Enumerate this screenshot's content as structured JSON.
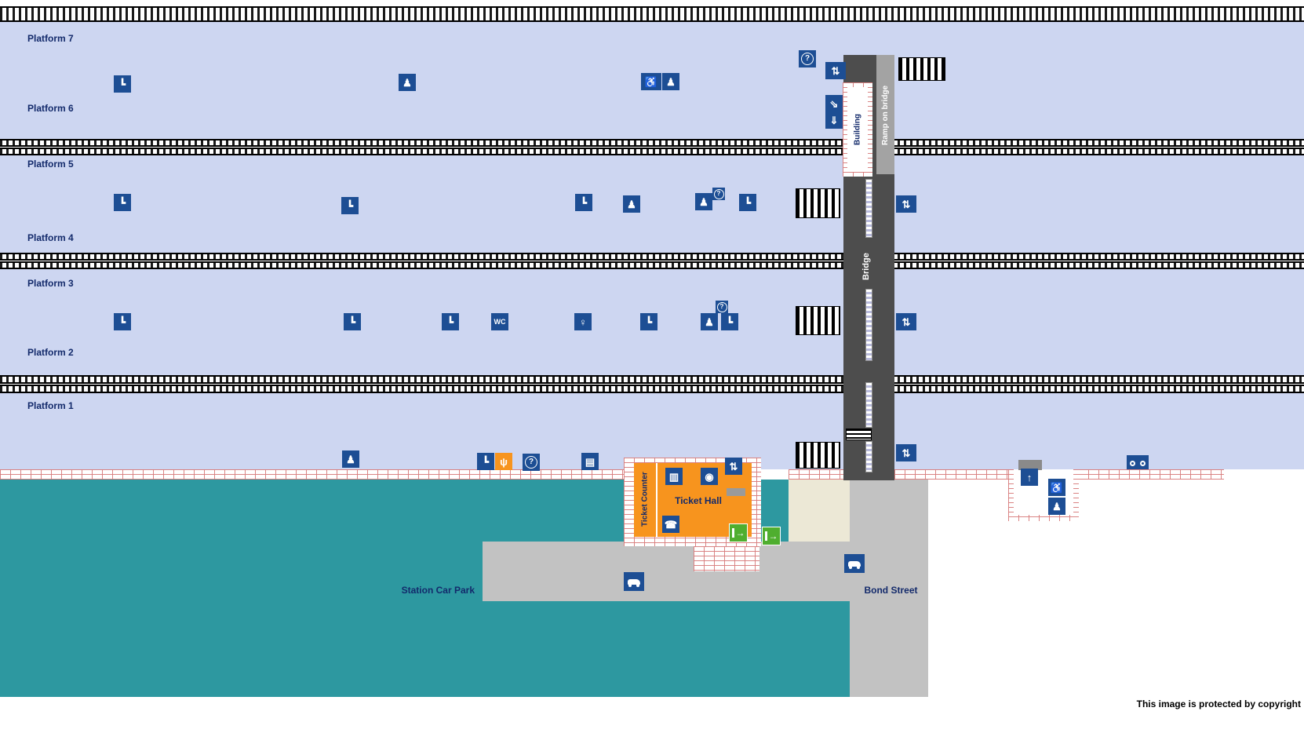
{
  "colors": {
    "platform_band": "#cdd6f1",
    "icon_blue": "#1d4e94",
    "ticket_hall_orange": "#f7941e",
    "exit_green": "#4fae2f",
    "water_teal": "#2d98a0",
    "road_gray": "#c2c2c2",
    "bridge_gray": "#4d4d4d",
    "ramp_gray": "#a3a3a3",
    "cream": "#ece8d6",
    "brick_mortar": "#d87d7d",
    "label_navy": "#132a6b"
  },
  "platforms": {
    "p7": "Platform 7",
    "p6": "Platform 6",
    "p5": "Platform 5",
    "p4": "Platform 4",
    "p3": "Platform 3",
    "p2": "Platform 2",
    "p1": "Platform 1"
  },
  "structures": {
    "bridge": "Bridge",
    "ramp_on_bridge": "Ramp on bridge",
    "building": "Building",
    "ticket_hall": "Ticket Hall",
    "ticket_counter": "Ticket Counter",
    "station_car_park": "Station Car Park",
    "bond_street": "Bond Street"
  },
  "copyright": "This image is protected by copyright",
  "glyphs": {
    "bench": "┗",
    "waiting": "♟",
    "wheelchair": "♿",
    "help": "?",
    "lift": "⇅",
    "wc": "WC",
    "women": "♀",
    "phone": "☎",
    "camera": "◉",
    "ticket_machine": "▤",
    "ticket_window": "▥",
    "exit": "→",
    "refreshments": "ψ",
    "up": "↑",
    "trolley": "⇘",
    "ramp_down": "⇓",
    "baby": "♟"
  }
}
